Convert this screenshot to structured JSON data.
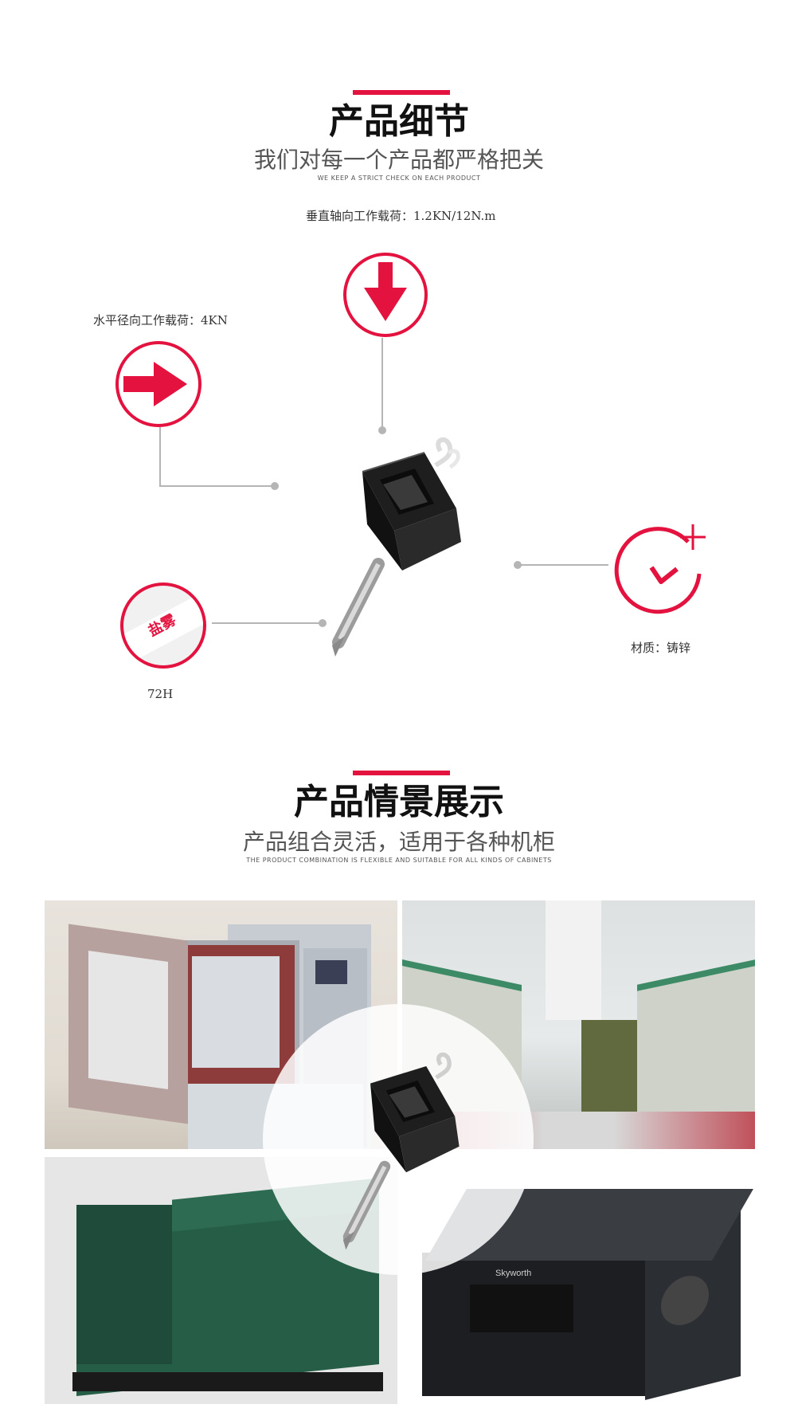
{
  "details": {
    "title": "产品细节",
    "subtitle": "我们对每一个产品都严格把关",
    "subtitle_en": "WE KEEP A STRICT CHECK ON EACH PRODUCT",
    "vertical_load": "垂直轴向工作载荷：1.2KN/12N.m",
    "horizontal_load": "水平径向工作载荷：4KN",
    "salt_spray_badge": "盐雾",
    "salt_spray_hours": "72H",
    "material": "材质：铸锌"
  },
  "scenes": {
    "title": "产品情景展示",
    "subtitle": "产品组合灵活，适用于各种机柜",
    "subtitle_en": "THE PRODUCT COMBINATION IS FLEXIBLE AND SUITABLE FOR ALL KINDS OF CABINETS",
    "brand_label": "Skyworth"
  },
  "colors": {
    "accent": "#e3123e",
    "connector": "#b5b5b5"
  },
  "icons": [
    "arrow-down-icon",
    "arrow-right-icon",
    "clock-plus-icon"
  ]
}
